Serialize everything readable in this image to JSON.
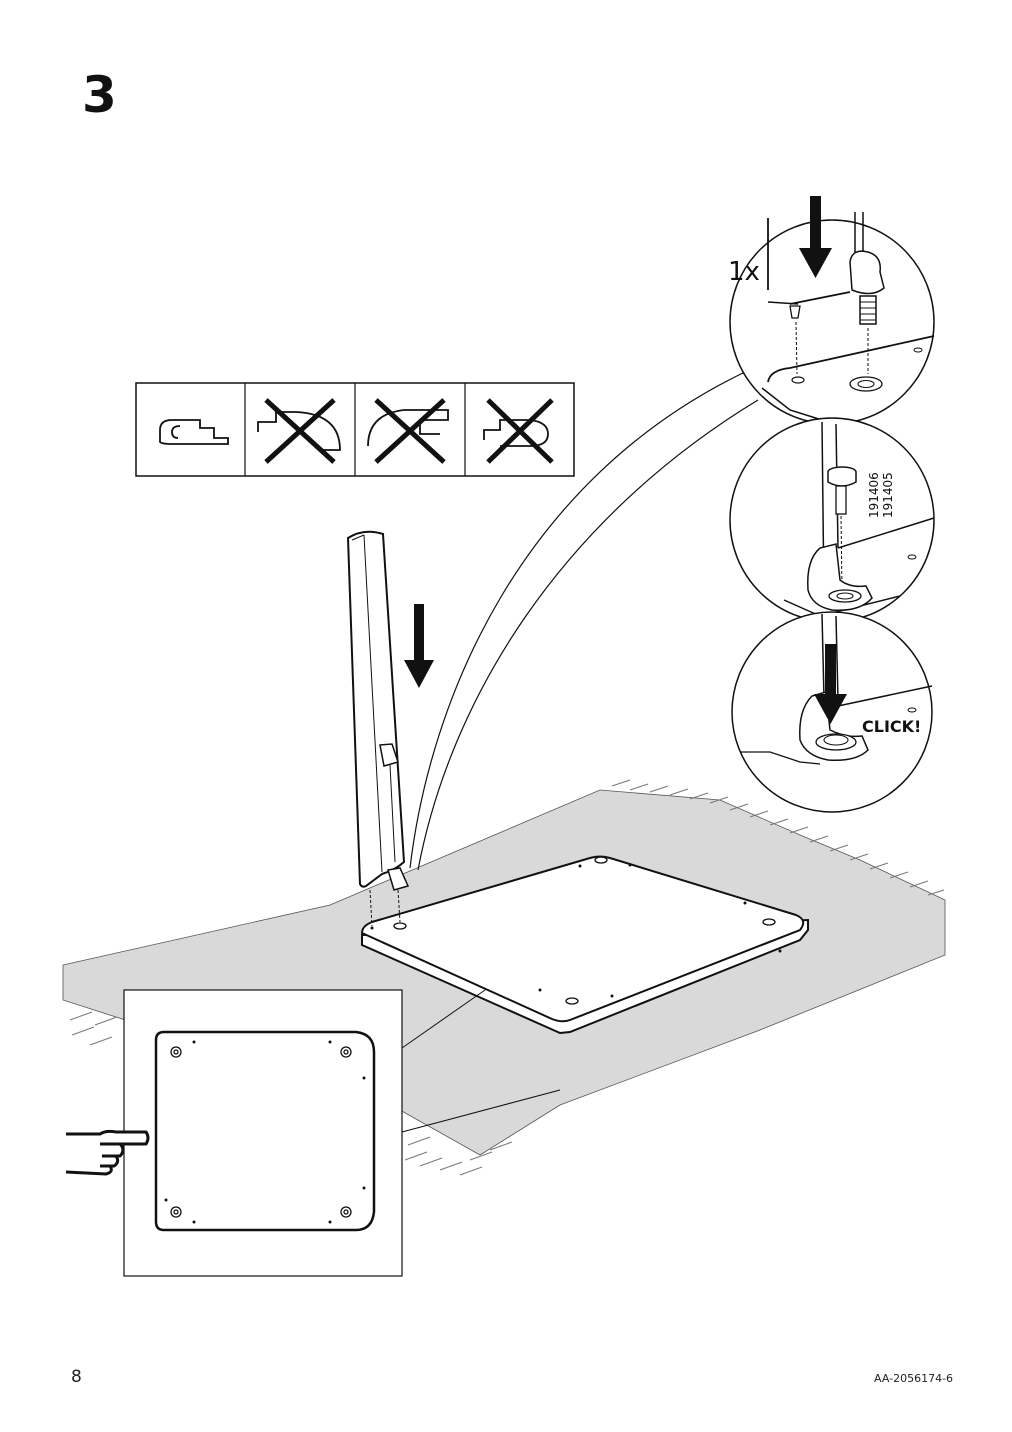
{
  "step": {
    "number": "3"
  },
  "detail_top": {
    "quantity": "1x"
  },
  "detail_middle": {
    "part_numbers": [
      "191406",
      "191405"
    ]
  },
  "detail_bottom": {
    "sound": "CLICK!"
  },
  "footer": {
    "page_number": "8",
    "document_code": "AA-2056174-6"
  },
  "icons": [
    "profile-orientation-correct-icon",
    "profile-orientation-wrong-icon-1",
    "profile-orientation-wrong-icon-2",
    "profile-orientation-wrong-icon-3",
    "pointing-hand-icon",
    "arrow-down-icon"
  ],
  "colors": {
    "ink": "#111111",
    "floor": "#d9d9d9",
    "paper": "#ffffff"
  }
}
